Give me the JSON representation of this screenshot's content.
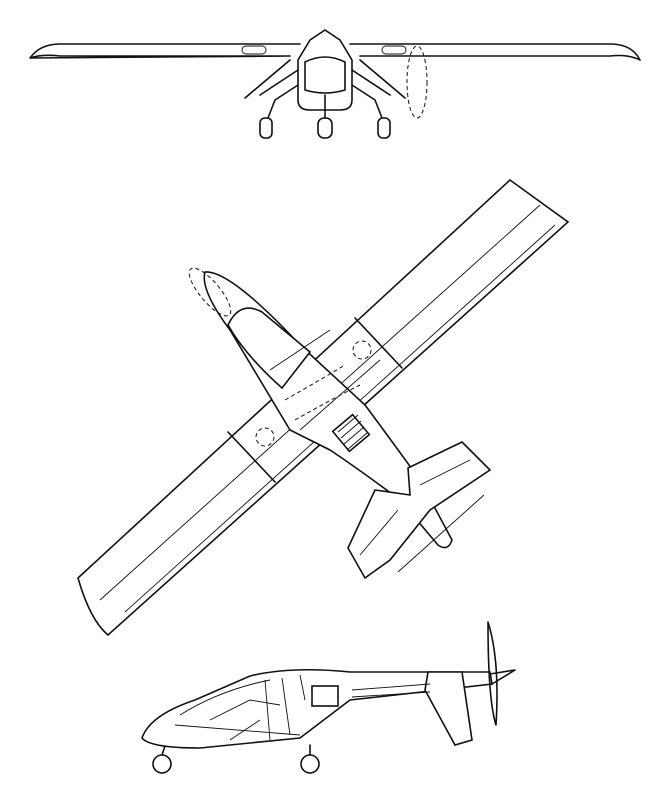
{
  "drawing": {
    "type": "three-view aircraft line drawing",
    "views": [
      "front",
      "top",
      "side"
    ],
    "colors": {
      "line": "#111111",
      "background": "#ffffff"
    }
  }
}
